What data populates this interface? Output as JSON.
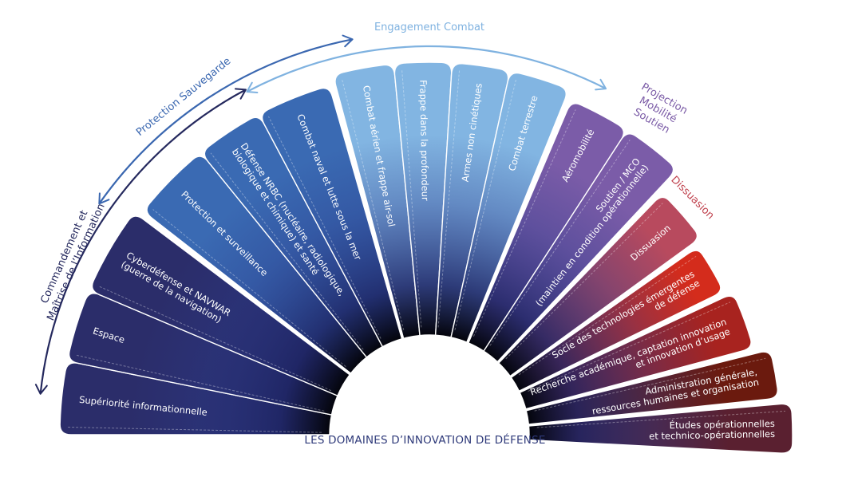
{
  "title": "LES DOMAINES D’INNOVATION DE DÉFENSE",
  "groups": [
    {
      "id": "cmi",
      "label_lines": [
        "Commandement et",
        "Maîtrise de l’Information"
      ],
      "color": "#25295e"
    },
    {
      "id": "ps",
      "label_lines": [
        "Protection Sauvegarde"
      ],
      "color": "#3a67b0"
    },
    {
      "id": "ec",
      "label_lines": [
        "Engagement Combat"
      ],
      "color": "#7fb2e0"
    },
    {
      "id": "pms",
      "label_lines": [
        "Projection",
        "Mobilité",
        "Soutien"
      ],
      "color": "#7a5aa6"
    },
    {
      "id": "dis",
      "label_lines": [
        "Dissuasion"
      ],
      "color": "#c0424e"
    }
  ],
  "domains": [
    {
      "label_lines": [
        "Supériorité informationnelle"
      ],
      "group": "cmi",
      "color": "#2b2d6a"
    },
    {
      "label_lines": [
        "Espace"
      ],
      "group": "cmi",
      "color": "#2b2d6a"
    },
    {
      "label_lines": [
        "Cyberdéfense et NAVWAR",
        "(guerre de la navigation)"
      ],
      "group": "cmi",
      "color": "#2b2d6a"
    },
    {
      "label_lines": [
        "Protection et surveillance"
      ],
      "group": "ps",
      "color": "#3a6ab3"
    },
    {
      "label_lines": [
        "Défense NRBC (nucléaire, radiologique,",
        "biologique et chimique) et santé"
      ],
      "group": "ps",
      "color": "#3a6ab3"
    },
    {
      "label_lines": [
        "Combat naval et lutte sous la mer"
      ],
      "group": "ps",
      "color": "#3a6ab3"
    },
    {
      "label_lines": [
        "Combat aérien et frappe air-sol"
      ],
      "group": "ec",
      "color": "#82b5e2"
    },
    {
      "label_lines": [
        "Frappe dans la profondeur"
      ],
      "group": "ec",
      "color": "#82b5e2"
    },
    {
      "label_lines": [
        "Armes non cinétiques"
      ],
      "group": "ec",
      "color": "#82b5e2"
    },
    {
      "label_lines": [
        "Combat terrestre"
      ],
      "group": "ec",
      "color": "#82b5e2"
    },
    {
      "label_lines": [
        "Aéromobilité"
      ],
      "group": "pms",
      "color": "#7b5ca8"
    },
    {
      "label_lines": [
        "Soutien / MCO",
        "(maintien en condition opérationnelle)"
      ],
      "group": "pms",
      "color": "#7b5ca8"
    },
    {
      "label_lines": [
        "Dissuasion"
      ],
      "group": "dis",
      "color": "#b84a5e"
    },
    {
      "label_lines": [
        "Socle des technologies émergentes",
        "de défense"
      ],
      "group": "other",
      "color": "#d42c1c"
    },
    {
      "label_lines": [
        "Recherche académique, captation innovation",
        "et innovation d’usage"
      ],
      "group": "other",
      "color": "#a8231f"
    },
    {
      "label_lines": [
        "Administration générale,",
        "ressources humaines et organisation"
      ],
      "group": "other",
      "color": "#6b1a0e"
    },
    {
      "label_lines": [
        "Études opérationnelles",
        "et technico-opérationnelles"
      ],
      "group": "other",
      "color": "#5a2030"
    }
  ]
}
